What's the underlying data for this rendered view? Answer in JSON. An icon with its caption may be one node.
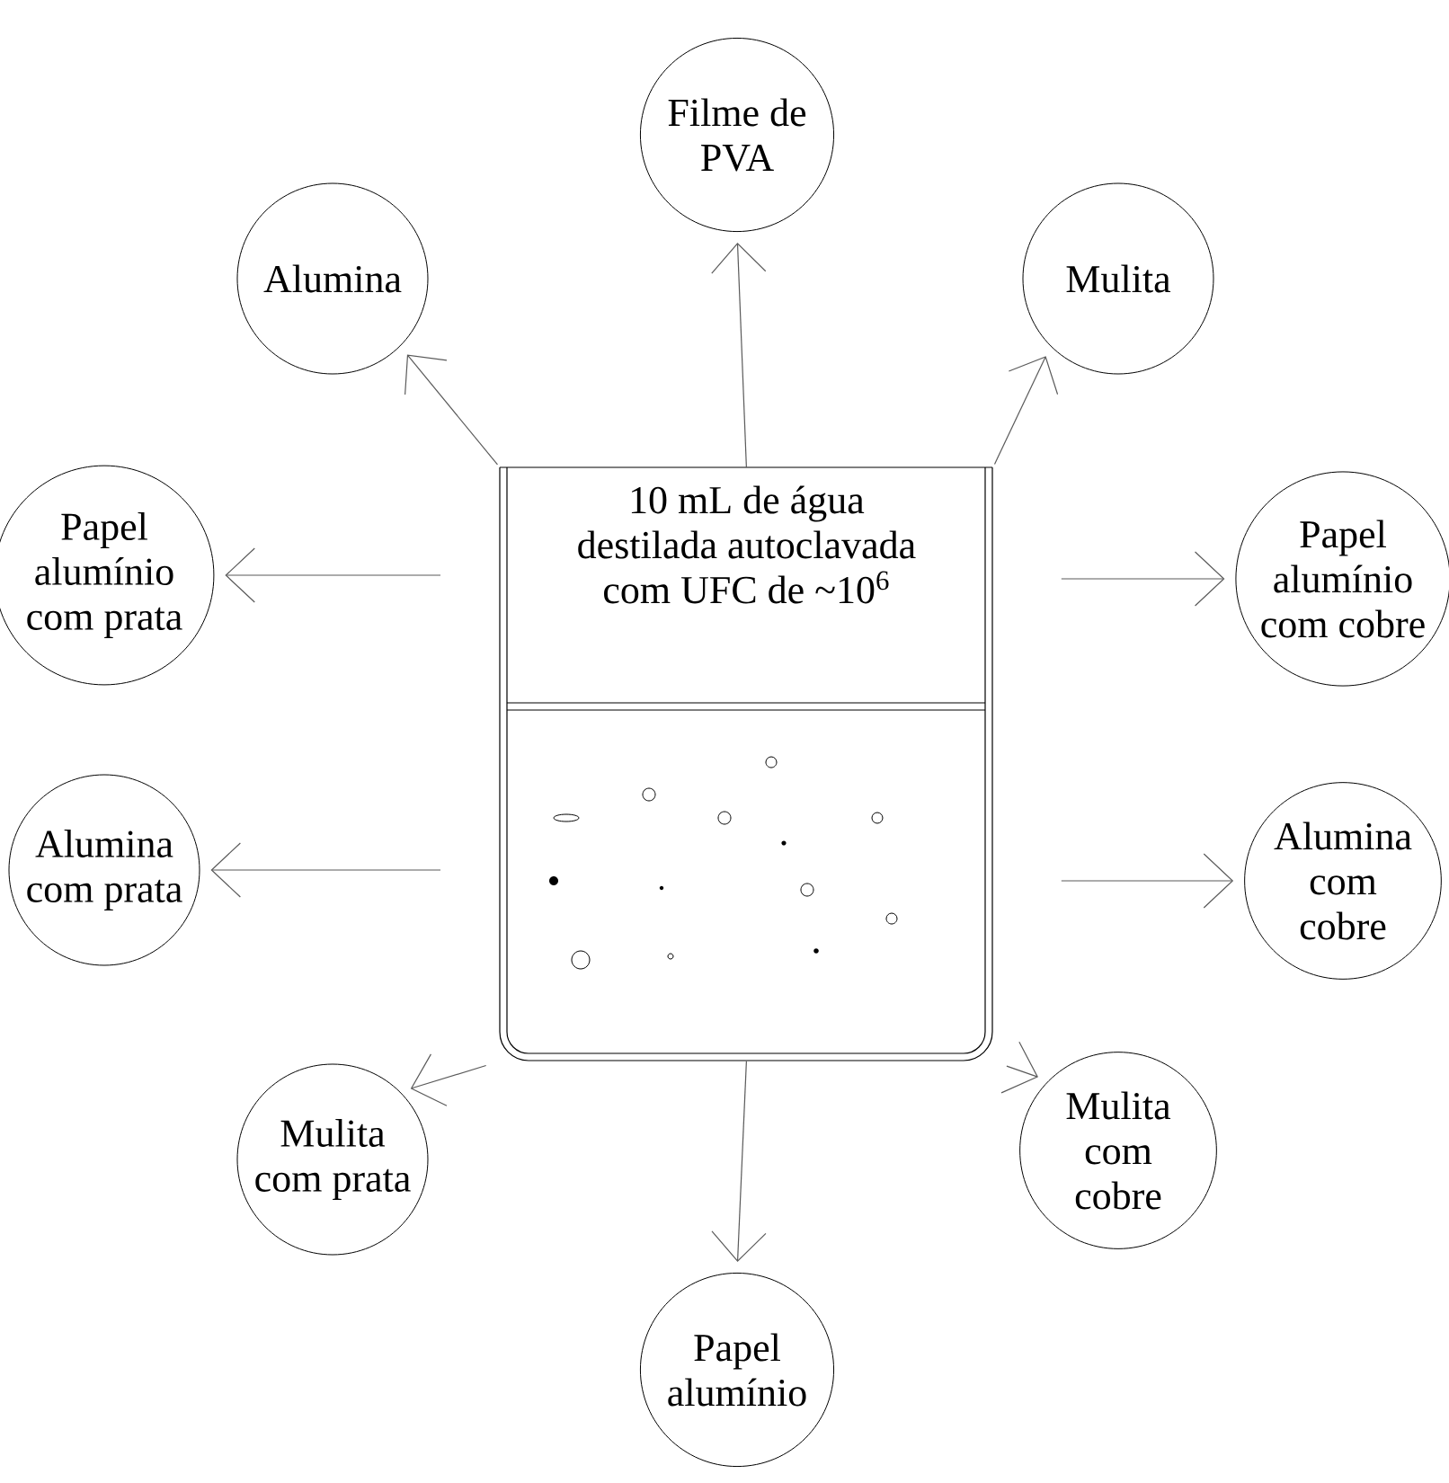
{
  "diagram": {
    "nodes": [
      {
        "text": [
          "Filme de PVA"
        ]
      },
      {
        "text": [
          "Alumina"
        ]
      },
      {
        "text": [
          "Mulita"
        ]
      },
      {
        "text": [
          "Papel alumínio com prata"
        ]
      },
      {
        "text": [
          "10 mL de água destilada autoclavada com UFC de ~10$^{6}$"
        ]
      },
      {
        "text": [
          "Papel alumínio com cobre"
        ]
      },
      {
        "text": [
          "Alumina com prata"
        ]
      },
      {
        "text": [
          "Alumina com cobre"
        ]
      },
      {
        "text": [
          "Mulita com prata"
        ]
      },
      {
        "text": [
          "Mulita com cobre"
        ]
      },
      {
        "text": [
          "Papel alumínio"
        ]
      }
    ],
    "edges": [
      {
        "from": 4,
        "to": 0,
        "arrow": "to"
      },
      {
        "from": 4,
        "to": 1,
        "arrow": "to"
      },
      {
        "from": 4,
        "to": 2,
        "arrow": "to"
      },
      {
        "from": 4,
        "to": 3,
        "arrow": "to"
      },
      {
        "from": 4,
        "to": 5,
        "arrow": "to"
      },
      {
        "from": 4,
        "to": 6,
        "arrow": "to"
      },
      {
        "from": 4,
        "to": 7,
        "arrow": "to"
      },
      {
        "from": 4,
        "to": 8,
        "arrow": "to"
      },
      {
        "from": 4,
        "to": 9,
        "arrow": "to"
      },
      {
        "from": 4,
        "to": 10,
        "arrow": "to"
      }
    ]
  }
}
